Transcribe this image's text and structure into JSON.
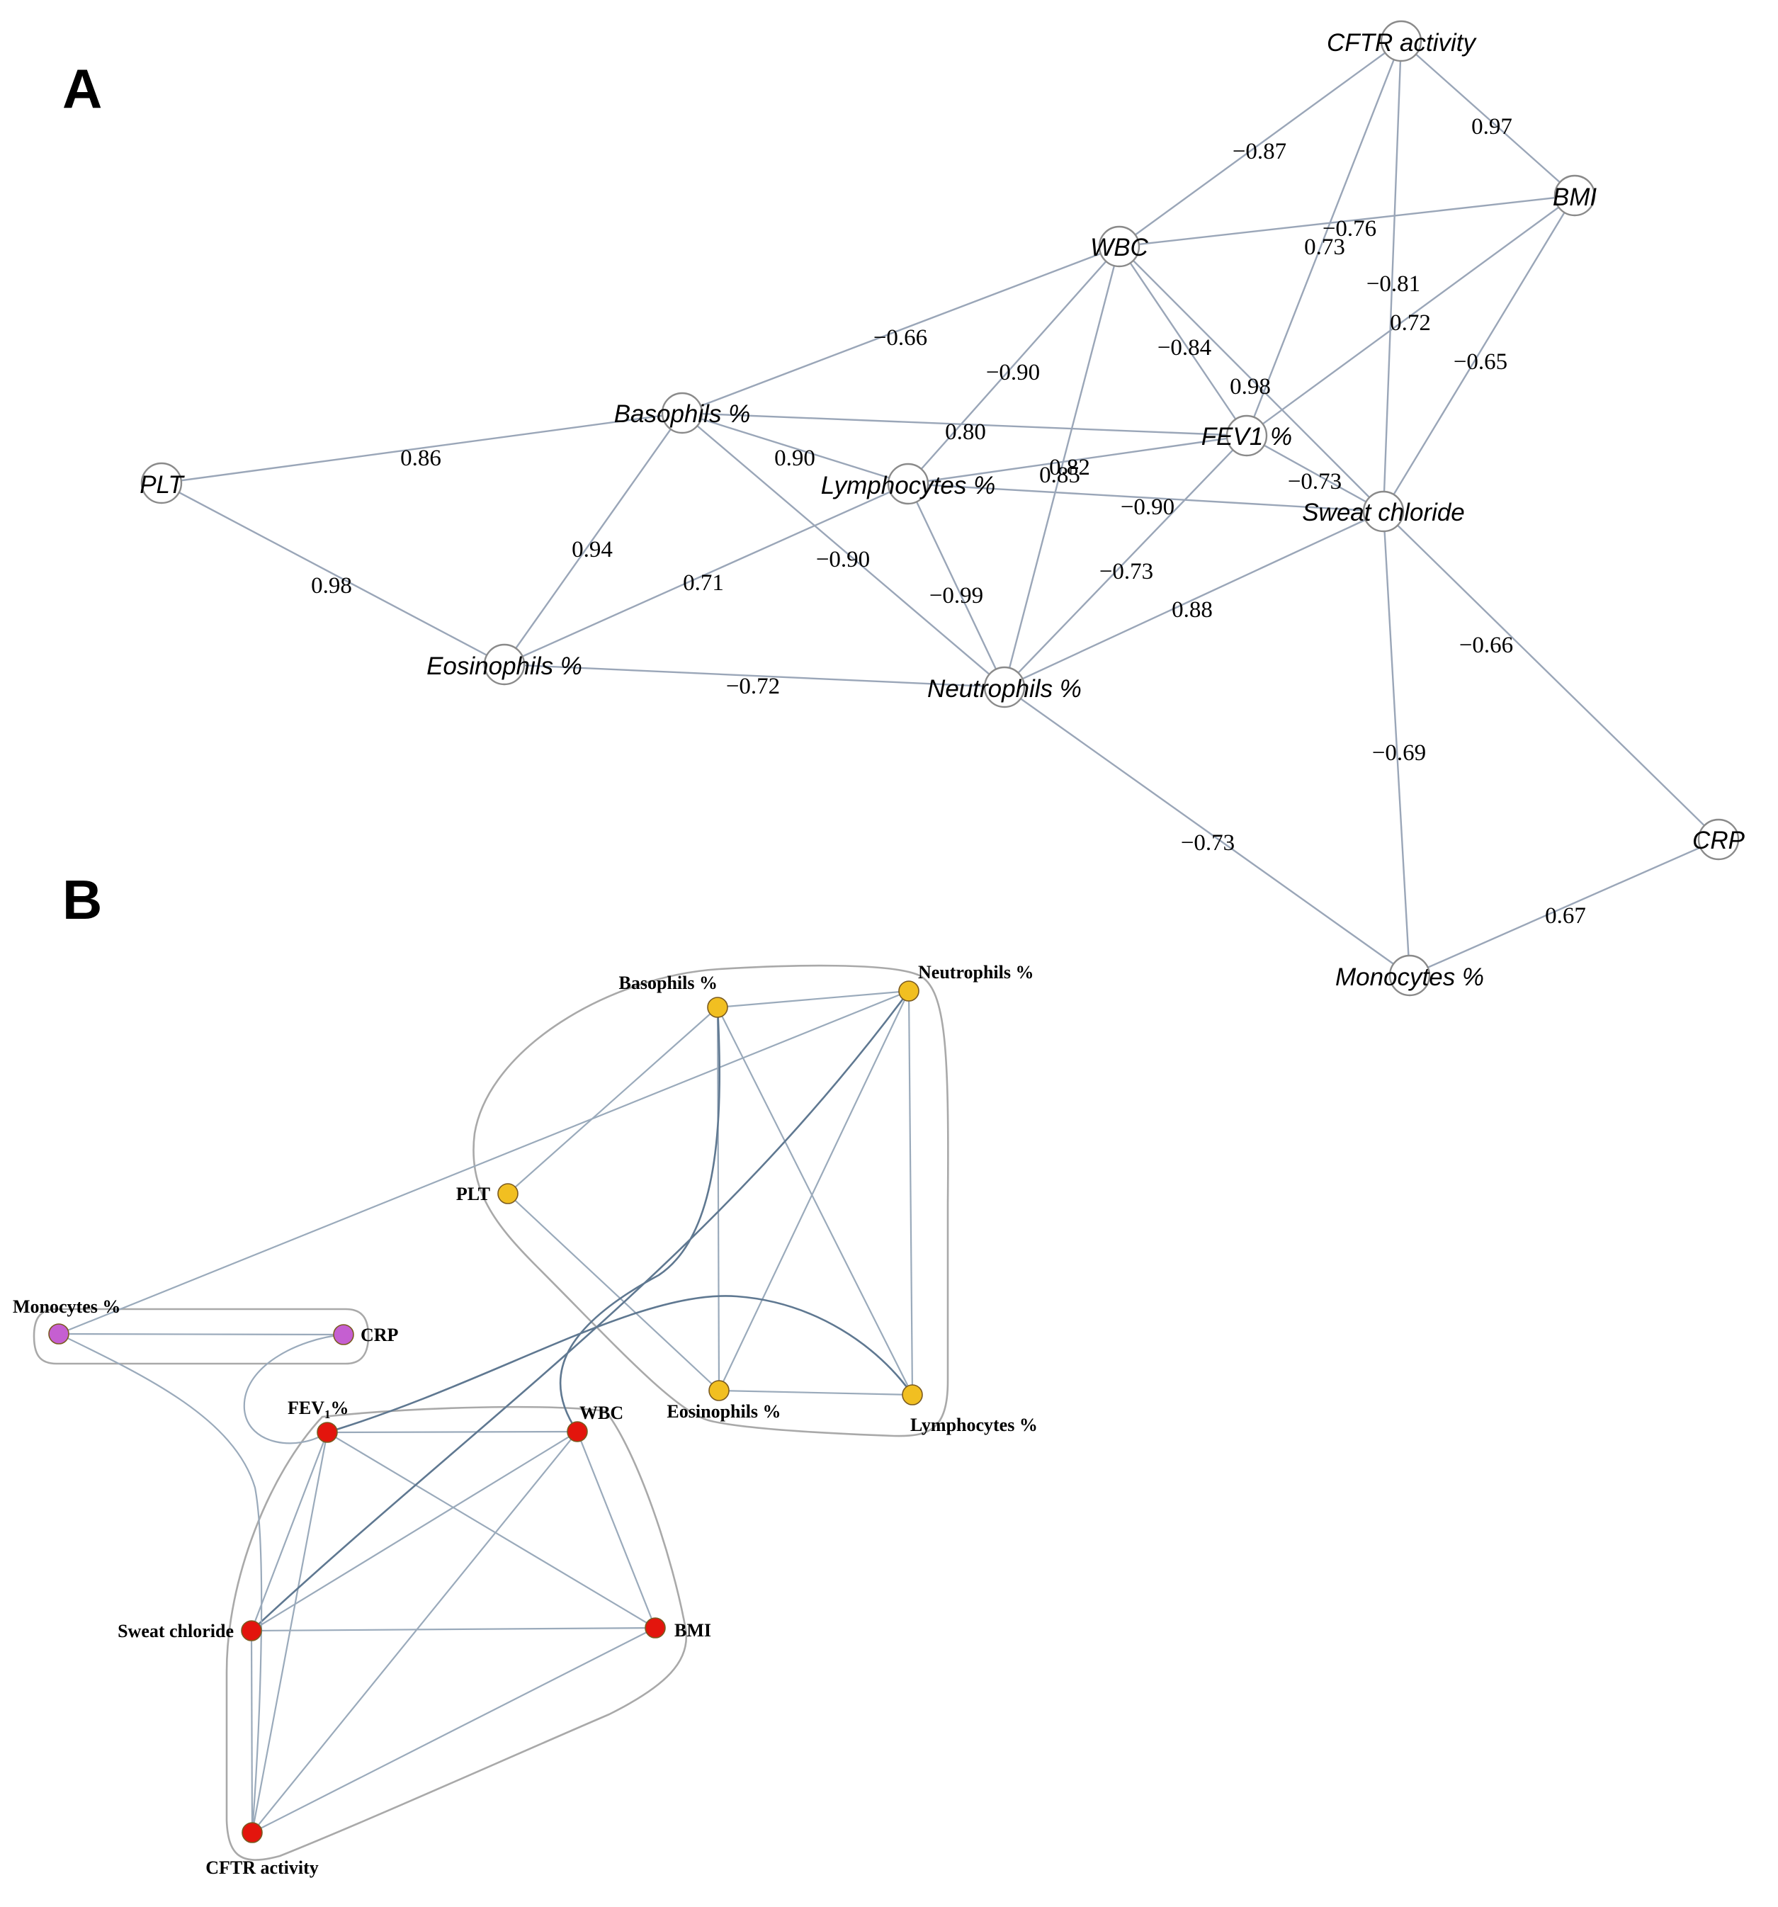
{
  "panel_a": {
    "letter": "A",
    "nodes": [
      {
        "id": "cftr",
        "label": "CFTR activity"
      },
      {
        "id": "bmi",
        "label": "BMI"
      },
      {
        "id": "wbc",
        "label": "WBC"
      },
      {
        "id": "basophils",
        "label": "Basophils %"
      },
      {
        "id": "fev1",
        "label": "FEV1 %"
      },
      {
        "id": "plt",
        "label": "PLT"
      },
      {
        "id": "lymphocytes",
        "label": "Lymphocytes %"
      },
      {
        "id": "sweat",
        "label": "Sweat chloride"
      },
      {
        "id": "eosinophils",
        "label": "Eosinophils %"
      },
      {
        "id": "neutrophils",
        "label": "Neutrophils %"
      },
      {
        "id": "crp",
        "label": "CRP"
      },
      {
        "id": "monocytes",
        "label": "Monocytes %"
      }
    ],
    "edges": [
      {
        "from": "cftr",
        "to": "wbc",
        "weight": "−0.87"
      },
      {
        "from": "cftr",
        "to": "bmi",
        "weight": "0.97"
      },
      {
        "from": "cftr",
        "to": "fev1",
        "weight": "0.73"
      },
      {
        "from": "cftr",
        "to": "sweat",
        "weight": "−0.81"
      },
      {
        "from": "wbc",
        "to": "bmi",
        "weight": "−0.76"
      },
      {
        "from": "bmi",
        "to": "fev1",
        "weight": "0.72"
      },
      {
        "from": "bmi",
        "to": "sweat",
        "weight": "−0.65"
      },
      {
        "from": "wbc",
        "to": "basophils",
        "weight": "−0.66"
      },
      {
        "from": "wbc",
        "to": "lymphocytes",
        "weight": "−0.90"
      },
      {
        "from": "wbc",
        "to": "fev1",
        "weight": "−0.84"
      },
      {
        "from": "wbc",
        "to": "sweat",
        "weight": "0.98"
      },
      {
        "from": "wbc",
        "to": "neutrophils",
        "weight": "0.85"
      },
      {
        "from": "basophils",
        "to": "fev1",
        "weight": "0.80"
      },
      {
        "from": "basophils",
        "to": "lymphocytes",
        "weight": "0.90"
      },
      {
        "from": "basophils",
        "to": "plt",
        "weight": "0.86"
      },
      {
        "from": "basophils",
        "to": "eosinophils",
        "weight": "0.94"
      },
      {
        "from": "basophils",
        "to": "neutrophils",
        "weight": "−0.90"
      },
      {
        "from": "lymphocytes",
        "to": "fev1",
        "weight": "0.82"
      },
      {
        "from": "lymphocytes",
        "to": "sweat",
        "weight": "−0.90"
      },
      {
        "from": "lymphocytes",
        "to": "eosinophils",
        "weight": "0.71"
      },
      {
        "from": "lymphocytes",
        "to": "neutrophils",
        "weight": "−0.99"
      },
      {
        "from": "fev1",
        "to": "sweat",
        "weight": "−0.73"
      },
      {
        "from": "fev1",
        "to": "neutrophils",
        "weight": "−0.73"
      },
      {
        "from": "sweat",
        "to": "neutrophils",
        "weight": "0.88"
      },
      {
        "from": "sweat",
        "to": "crp",
        "weight": "−0.66"
      },
      {
        "from": "sweat",
        "to": "monocytes",
        "weight": "−0.69"
      },
      {
        "from": "plt",
        "to": "eosinophils",
        "weight": "0.98"
      },
      {
        "from": "eosinophils",
        "to": "neutrophils",
        "weight": "−0.72"
      },
      {
        "from": "neutrophils",
        "to": "monocytes",
        "weight": "−0.73"
      },
      {
        "from": "crp",
        "to": "monocytes",
        "weight": "0.67"
      }
    ]
  },
  "panel_b": {
    "letter": "B",
    "nodes": [
      {
        "id": "basophils",
        "label": "Basophils %",
        "group": "yellow"
      },
      {
        "id": "neutrophils",
        "label": "Neutrophils %",
        "group": "yellow"
      },
      {
        "id": "plt",
        "label": "PLT",
        "group": "yellow"
      },
      {
        "id": "eosinophils",
        "label": "Eosinophils %",
        "group": "yellow"
      },
      {
        "id": "lymphocytes",
        "label": "Lymphocytes %",
        "group": "yellow"
      },
      {
        "id": "monocytes",
        "label": "Monocytes %",
        "group": "purple"
      },
      {
        "id": "crp",
        "label": "CRP",
        "group": "purple"
      },
      {
        "id": "fev1",
        "label": "FEV",
        "label_sub": "1",
        "label_suffix": "%",
        "group": "red"
      },
      {
        "id": "wbc",
        "label": "WBC",
        "group": "red"
      },
      {
        "id": "sweat",
        "label": "Sweat chloride",
        "group": "red"
      },
      {
        "id": "bmi",
        "label": "BMI",
        "group": "red"
      },
      {
        "id": "cftr",
        "label": "CFTR activity",
        "group": "red"
      }
    ],
    "edges": [
      {
        "from": "basophils",
        "to": "neutrophils"
      },
      {
        "from": "basophils",
        "to": "plt"
      },
      {
        "from": "basophils",
        "to": "eosinophils"
      },
      {
        "from": "basophils",
        "to": "lymphocytes"
      },
      {
        "from": "neutrophils",
        "to": "eosinophils"
      },
      {
        "from": "neutrophils",
        "to": "lymphocytes"
      },
      {
        "from": "neutrophils",
        "to": "monocytes"
      },
      {
        "from": "plt",
        "to": "eosinophils"
      },
      {
        "from": "eosinophils",
        "to": "lymphocytes"
      },
      {
        "from": "monocytes",
        "to": "crp"
      },
      {
        "from": "fev1",
        "to": "wbc"
      },
      {
        "from": "fev1",
        "to": "sweat"
      },
      {
        "from": "fev1",
        "to": "bmi"
      },
      {
        "from": "fev1",
        "to": "cftr"
      },
      {
        "from": "wbc",
        "to": "sweat"
      },
      {
        "from": "wbc",
        "to": "bmi"
      },
      {
        "from": "wbc",
        "to": "cftr"
      },
      {
        "from": "sweat",
        "to": "bmi"
      },
      {
        "from": "sweat",
        "to": "cftr"
      },
      {
        "from": "bmi",
        "to": "cftr"
      },
      {
        "from": "sweat",
        "to": "neutrophils",
        "curved": true
      },
      {
        "from": "fev1",
        "to": "lymphocytes",
        "curved": true
      },
      {
        "from": "wbc",
        "to": "basophils",
        "curved": true
      },
      {
        "from": "crp",
        "to": "fev1",
        "curved": true
      },
      {
        "from": "monocytes",
        "to": "cftr",
        "curved": true
      }
    ],
    "group_colors": {
      "yellow": "#f1bf21",
      "purple": "#c55fd1",
      "red": "#e3150d"
    }
  }
}
